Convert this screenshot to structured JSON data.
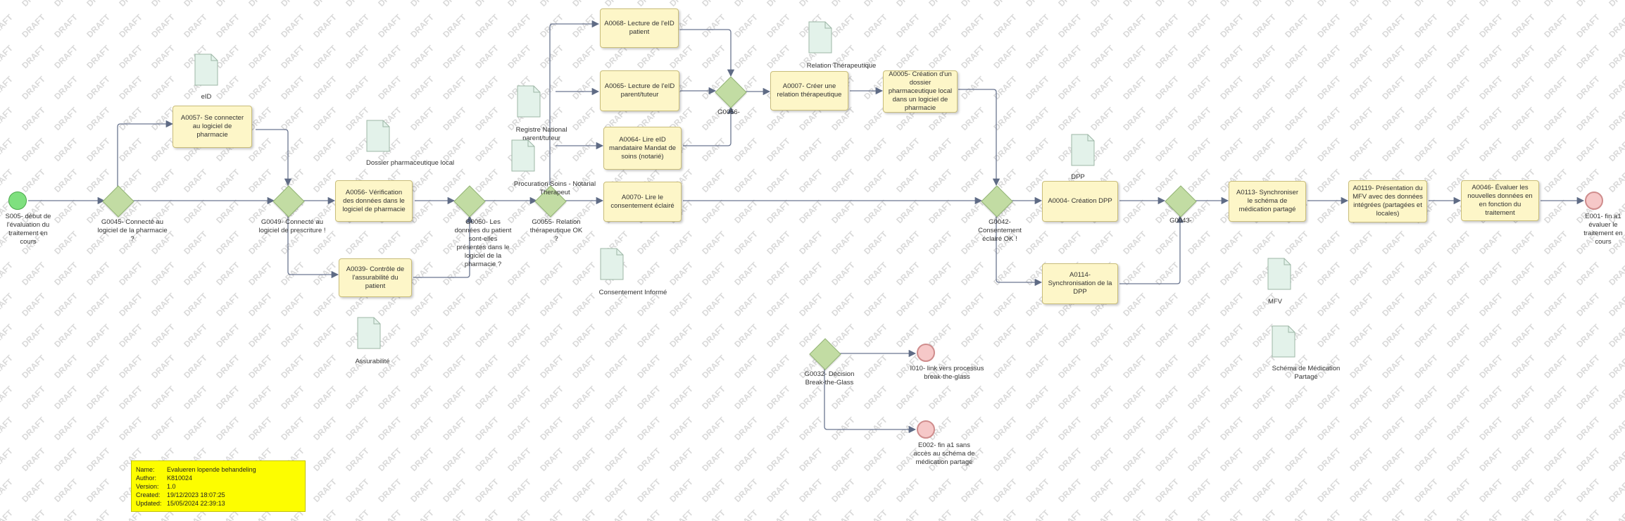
{
  "watermark": "DRAFT",
  "colors": {
    "task_fill": "#fdf6c8",
    "gateway_fill": "#c2dca3",
    "start_fill": "#7fe07f",
    "end_fill": "#f6c8c8",
    "document_fill": "#e3f2ea",
    "info_fill": "#fdfd00"
  },
  "events": {
    "s005": "S005- début de l'évaluation du traitement en cours",
    "e001": "E001- fin a1 évaluer le traitement en cours",
    "i010": "I010- link vers processus break-the-glass",
    "e002": "E002- fin a1 sans accès au schéma de médication partagé"
  },
  "gateways": {
    "g0045": "G0045- Connecté au logiciel de la pharmacie ?",
    "g0049": "G0049- Connecté au logiciel de prescriture !",
    "g0050": "G0050- Les données du patient sont-elles présentes dans le logiciel de la pharmacie ?",
    "g0055": "G0055- Relation thérapeutique OK ?",
    "g0056": "G0056-",
    "g0042": "G0042- Consentement éclairé OK !",
    "g0043": "G0043-",
    "g0032": "G0032- Décision Break-the-Glass"
  },
  "tasks": {
    "a0057": "A0057- Se connecter au logiciel de pharmacie",
    "a0056": "A0056- Vérification des données dans le logiciel de pharmacie",
    "a0039": "A0039- Contrôle de l'assurabilité du patient",
    "a0068": "A0068- Lecture de l'eID patient",
    "a0065": "A0065- Lecture de l'eID parent/tuteur",
    "a0064": "A0064- Lire eID mandataire Mandat de soins (notarié)",
    "a0070": "A0070- Lire le consentement éclairé",
    "a0007": "A0007- Créer une relation thérapeutique",
    "a0005": "A0005- Création d'un dossier pharmaceutique local dans un logiciel de pharmacie",
    "a0004": "A0004- Création DPP",
    "a0114": "A0114- Synchronisation de la DPP",
    "a0113": "A0113- Synchroniser le schéma de médication partagé",
    "a0119": "A0119- Présentation du MFV avec des données intégrées (partagées et locales)",
    "a0046": "A0046- Évaluer les nouvelles données en en fonction du traitement"
  },
  "documents": {
    "eid": "eID",
    "dossier_local": "Dossier pharmaceutique local",
    "assurabilite": "Assurabilité",
    "registre": "Registre National parent/tuteur",
    "procuration": "Procuration Soins - Notarial Therapeut",
    "consentement": "Consentement Informé",
    "relation": "Relation Thérapeutique",
    "dpp": "DPP",
    "mfv": "MFV",
    "schema": "Schéma de Médication Partagé"
  },
  "info_box": {
    "name_key": "Name:",
    "name_val": "Evalueren lopende behandeling",
    "author_key": "Author:",
    "author_val": "K810024",
    "version_key": "Version:",
    "version_val": "1.0",
    "created_key": "Created:",
    "created_val": "19/12/2023 18:07:25",
    "updated_key": "Updated:",
    "updated_val": "15/05/2024 22:39:13"
  }
}
